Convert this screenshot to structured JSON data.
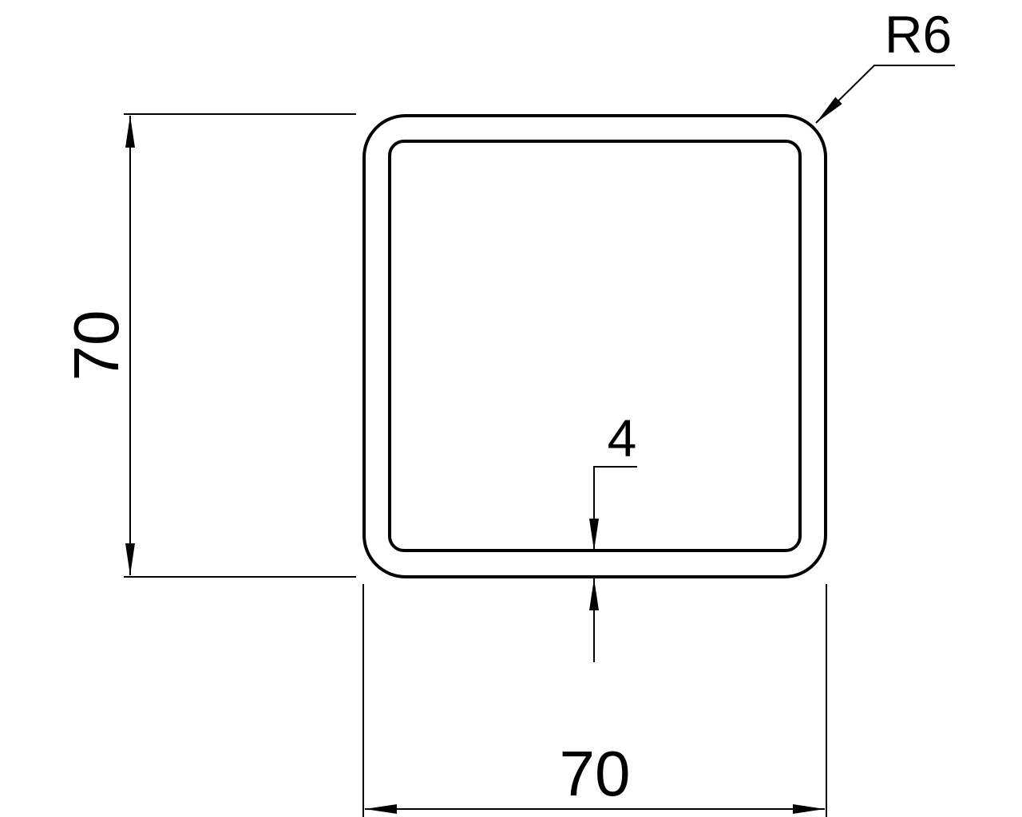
{
  "drawing": {
    "type": "square hollow section cross-section",
    "colors": {
      "line": "#000000",
      "background": "#ffffff"
    },
    "dimensions": {
      "height": {
        "label": "70",
        "orientation": "vertical"
      },
      "width": {
        "label": "70",
        "orientation": "horizontal"
      },
      "wall_thickness": {
        "label": "4"
      },
      "corner_radius": {
        "label": "R6"
      }
    }
  }
}
